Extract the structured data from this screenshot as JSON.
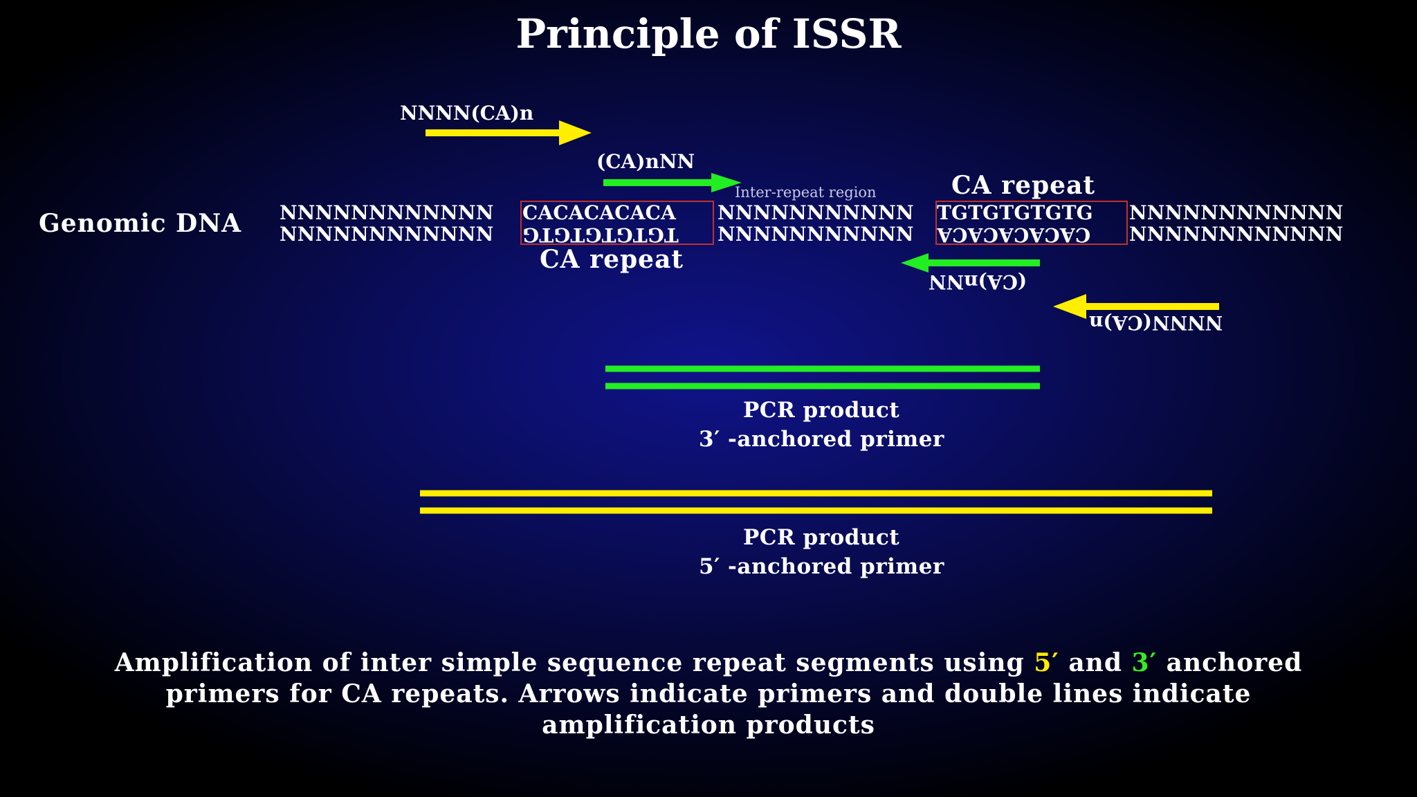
{
  "title": "Principle of ISSR",
  "genomic_label": "Genomic DNA",
  "sequence": {
    "top_left": "NNNNNNNNNNNN",
    "top_repeat_left": "CACACACACA",
    "top_middle": "NNNNNNNNNNN",
    "top_repeat_right": "TGTGTGTGTG",
    "top_right": "NNNNNNNNNNNN",
    "bottom_left": "NNNNNNNNNNNN",
    "bottom_repeat_left": "TGTGTGTGTG",
    "bottom_middle": "NNNNNNNNNNN",
    "bottom_repeat_right": "CACACACACA",
    "bottom_right": "NNNNNNNNNNNN"
  },
  "labels": {
    "ca_repeat_left": "CA repeat",
    "ca_repeat_right": "CA repeat",
    "inter_repeat_region": "Inter-repeat region"
  },
  "primers": {
    "five_forward": "NNNN(CA)n",
    "three_forward": "(CA)nNN",
    "three_reverse": "(CA)nNN",
    "five_reverse": "NNNN(CA)n"
  },
  "products": {
    "three_anchored": {
      "line1": "PCR product",
      "line2": "3′ -anchored primer"
    },
    "five_anchored": {
      "line1": "PCR product",
      "line2": "5′ -anchored primer"
    }
  },
  "footnote": {
    "part1": "Amplification of inter simple sequence repeat segments using ",
    "five_prime": "5′",
    "part2": " and ",
    "three_prime": "3′",
    "part3": " anchored primers for CA repeats. Arrows indicate primers and double lines indicate amplification products"
  },
  "colors": {
    "five_prime_primer": "#ffee00",
    "three_prime_primer": "#22ee22",
    "repeat_box": "#c0302e",
    "background": "#0a0d5e"
  }
}
